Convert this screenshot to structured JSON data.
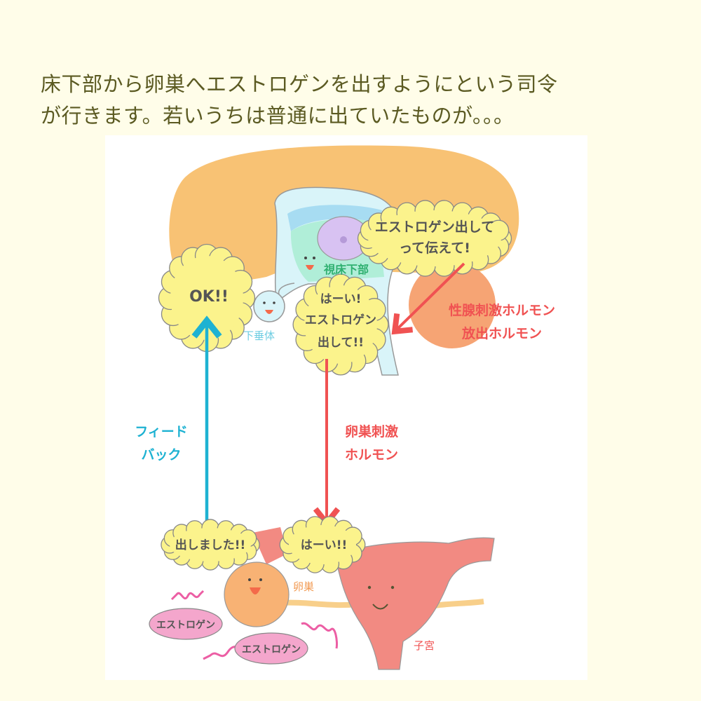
{
  "caption": {
    "line1": "床下部から卵巣へエストロゲンを出すようにという司令",
    "line2": "が行きます。若いうちは普通に出ていたものが。。。"
  },
  "bubbles": {
    "hypothalamus_line1": "エストロゲン出して",
    "hypothalamus_line2": "って伝えて!",
    "pituitary_ok": "OK!!",
    "pituitary_reply_line1": "はーい!",
    "pituitary_reply_line2": "エストロゲン",
    "pituitary_reply_line3": "出して!!",
    "ovary_done": "出しました!!",
    "ovary_reply": "はーい!!"
  },
  "labels": {
    "hypothalamus": "視床下部",
    "pituitary": "下垂体",
    "gnrh_line1": "性腺刺激ホルモン",
    "gnrh_line2": "放出ホルモン",
    "feedback_line1": "フィード",
    "feedback_line2": "バック",
    "fsh_line1": "卵巣刺激",
    "fsh_line2": "ホルモン",
    "ovary": "卵巣",
    "uterus": "子宮",
    "estrogen_1": "エストロゲン",
    "estrogen_2": "エストロゲン"
  },
  "colors": {
    "background": "#fffde9",
    "caption": "#5b5a22",
    "brain": "#f8c274",
    "cerebellum": "#f6a474",
    "bubble": "#fbf38c",
    "red_arrow": "#f05252",
    "blue_arrow": "#1eb2d2",
    "hypothalamus_label": "#2fb070",
    "uterus": "#f28a82",
    "estrogen": "#f4a6cc"
  }
}
